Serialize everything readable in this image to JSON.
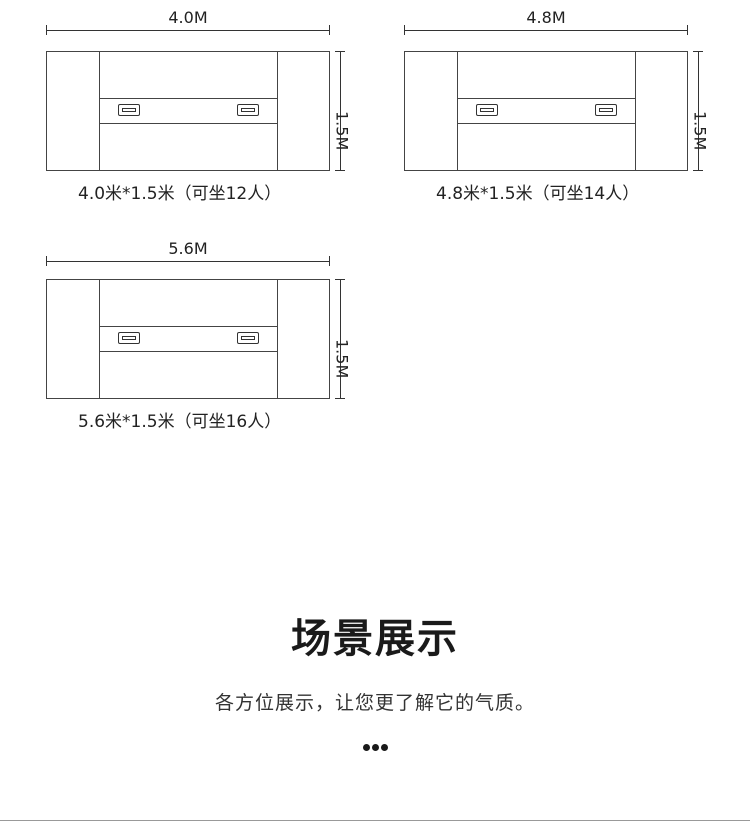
{
  "tables": [
    {
      "width_label": "4.0M",
      "height_label": "1.5M",
      "caption": "4.0米*1.5米（可坐12人）"
    },
    {
      "width_label": "4.8M",
      "height_label": "1.5M",
      "caption": "4.8米*1.5米（可坐14人）"
    },
    {
      "width_label": "5.6M",
      "height_label": "1.5M",
      "caption": "5.6米*1.5米（可坐16人）"
    }
  ],
  "section": {
    "title": "场景展示",
    "subtitle": "各方位展示，让您更了解它的气质。"
  },
  "colors": {
    "line": "#444444",
    "text": "#222222",
    "heading": "#1a1a1a"
  }
}
